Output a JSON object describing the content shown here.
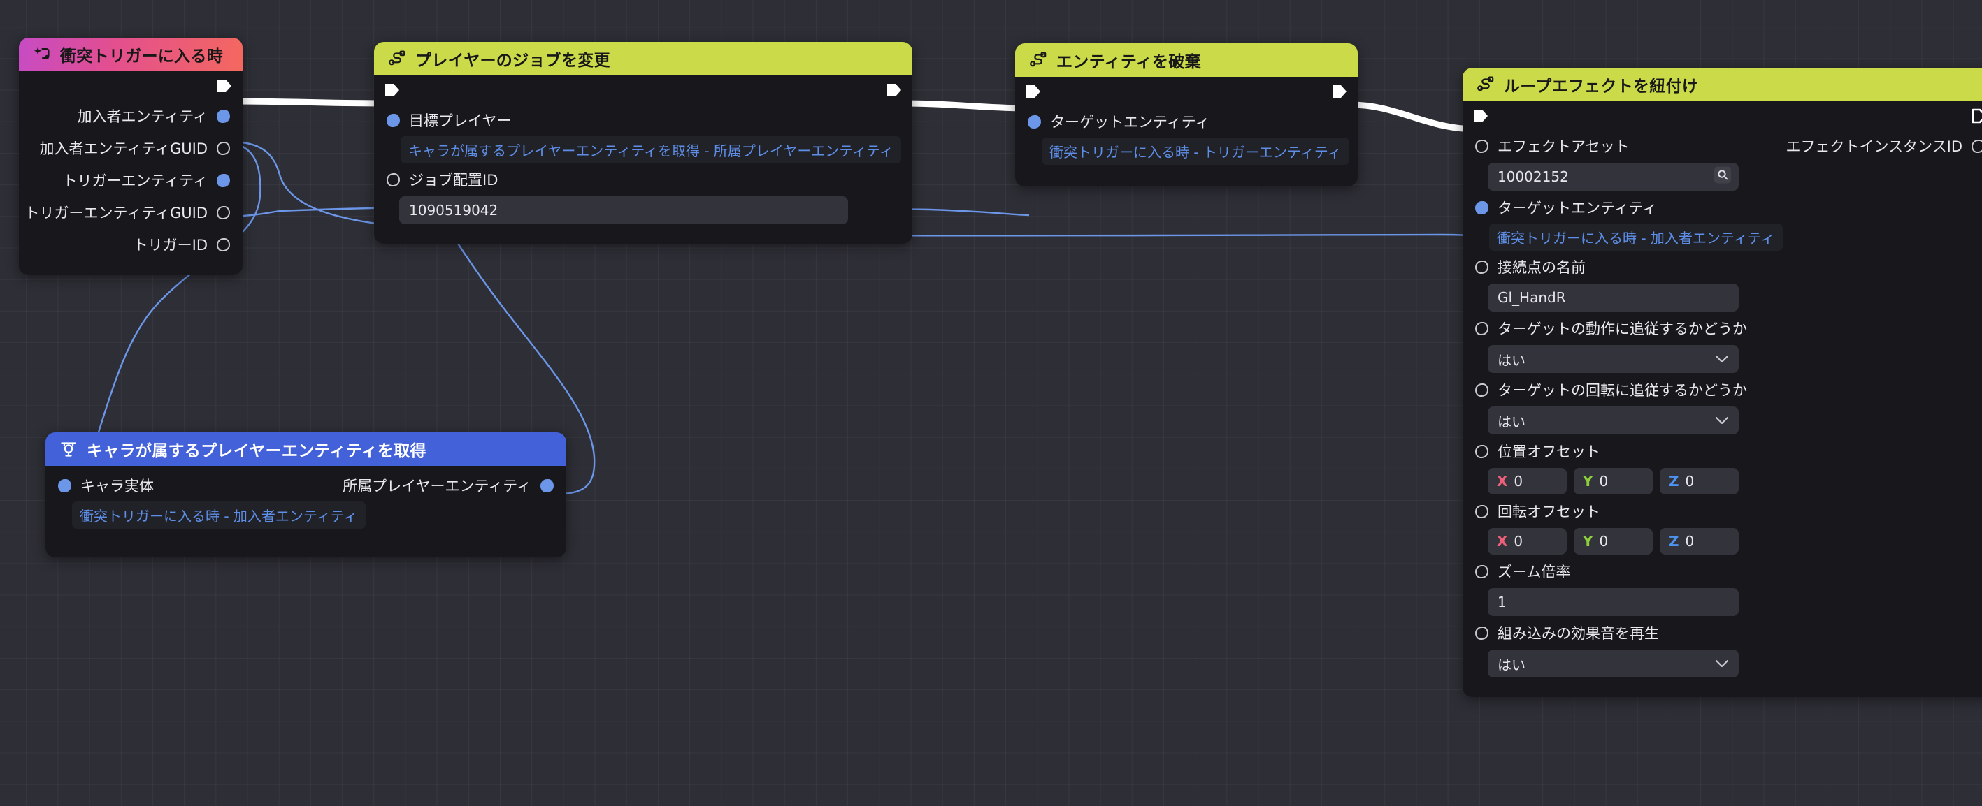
{
  "canvas": {
    "background_color": "#2e2e36",
    "grid_color": "#3a3a44"
  },
  "palette": {
    "event_header_from": "#c64bc5",
    "event_header_to": "#f4685f",
    "action_header": "#cada48",
    "getter_header": "#4361d8",
    "node_body": "#17171c",
    "link_text": "#5e8fe8",
    "port_data": "#6c96e8",
    "port_exec": "#ffffff",
    "axis_x": "#ef5f7a",
    "axis_y": "#8ccf3a",
    "axis_z": "#4d94f0"
  },
  "nodes": {
    "collision_trigger": {
      "title": "衝突トリガーに入る時",
      "icon": "event-sparkle-icon",
      "outputs": [
        {
          "label": "加入者エンティティ",
          "port": "data-filled"
        },
        {
          "label": "加入者エンティティGUID",
          "port": "data-hollow"
        },
        {
          "label": "トリガーエンティティ",
          "port": "data-filled"
        },
        {
          "label": "トリガーエンティティGUID",
          "port": "data-hollow"
        },
        {
          "label": "トリガーID",
          "port": "data-hollow"
        }
      ]
    },
    "change_job": {
      "title": "プレイヤーのジョブを変更",
      "icon": "action-node-icon",
      "inputs": [
        {
          "label": "目標プレイヤー",
          "port": "data-filled",
          "link": "キャラが属するプレイヤーエンティティを取得 - 所属プレイヤーエンティティ"
        },
        {
          "label": "ジョブ配置ID",
          "port": "data-hollow",
          "value": "1090519042"
        }
      ]
    },
    "destroy_entity": {
      "title": "エンティティを破棄",
      "icon": "action-node-icon",
      "inputs": [
        {
          "label": "ターゲットエンティティ",
          "port": "data-filled",
          "link": "衝突トリガーに入る時 - トリガーエンティティ"
        }
      ]
    },
    "attach_loop_effect": {
      "title": "ループエフェクトを紐付け",
      "icon": "action-node-icon",
      "output_label": "エフェクトインスタンスID",
      "inputs": [
        {
          "label": "エフェクトアセット",
          "port": "data-hollow",
          "value": "10002152",
          "field_icon": "search-icon"
        },
        {
          "label": "ターゲットエンティティ",
          "port": "data-filled",
          "link": "衝突トリガーに入る時 - 加入者エンティティ"
        },
        {
          "label": "接続点の名前",
          "port": "data-hollow",
          "value": "Gl_HandR"
        },
        {
          "label": "ターゲットの動作に追従するかどうか",
          "port": "data-hollow",
          "value": "はい",
          "field_icon": "chevron-down-icon"
        },
        {
          "label": "ターゲットの回転に追従するかどうか",
          "port": "data-hollow",
          "value": "はい",
          "field_icon": "chevron-down-icon"
        },
        {
          "label": "位置オフセット",
          "port": "data-hollow",
          "vector": [
            {
              "axis": "X",
              "value": "0"
            },
            {
              "axis": "Y",
              "value": "0"
            },
            {
              "axis": "Z",
              "value": "0"
            }
          ]
        },
        {
          "label": "回転オフセット",
          "port": "data-hollow",
          "vector": [
            {
              "axis": "X",
              "value": "0"
            },
            {
              "axis": "Y",
              "value": "0"
            },
            {
              "axis": "Z",
              "value": "0"
            }
          ]
        },
        {
          "label": "ズーム倍率",
          "port": "data-hollow",
          "value": "1"
        },
        {
          "label": "組み込みの効果音を再生",
          "port": "data-hollow",
          "value": "はい",
          "field_icon": "chevron-down-icon"
        }
      ]
    },
    "get_owner_player": {
      "title": "キャラが属するプレイヤーエンティティを取得",
      "icon": "getter-node-icon",
      "input": {
        "label": "キャラ実体",
        "port": "data-filled",
        "link": "衝突トリガーに入る時 - 加入者エンティティ"
      },
      "output": {
        "label": "所属プレイヤーエンティティ",
        "port": "data-filled"
      }
    }
  }
}
